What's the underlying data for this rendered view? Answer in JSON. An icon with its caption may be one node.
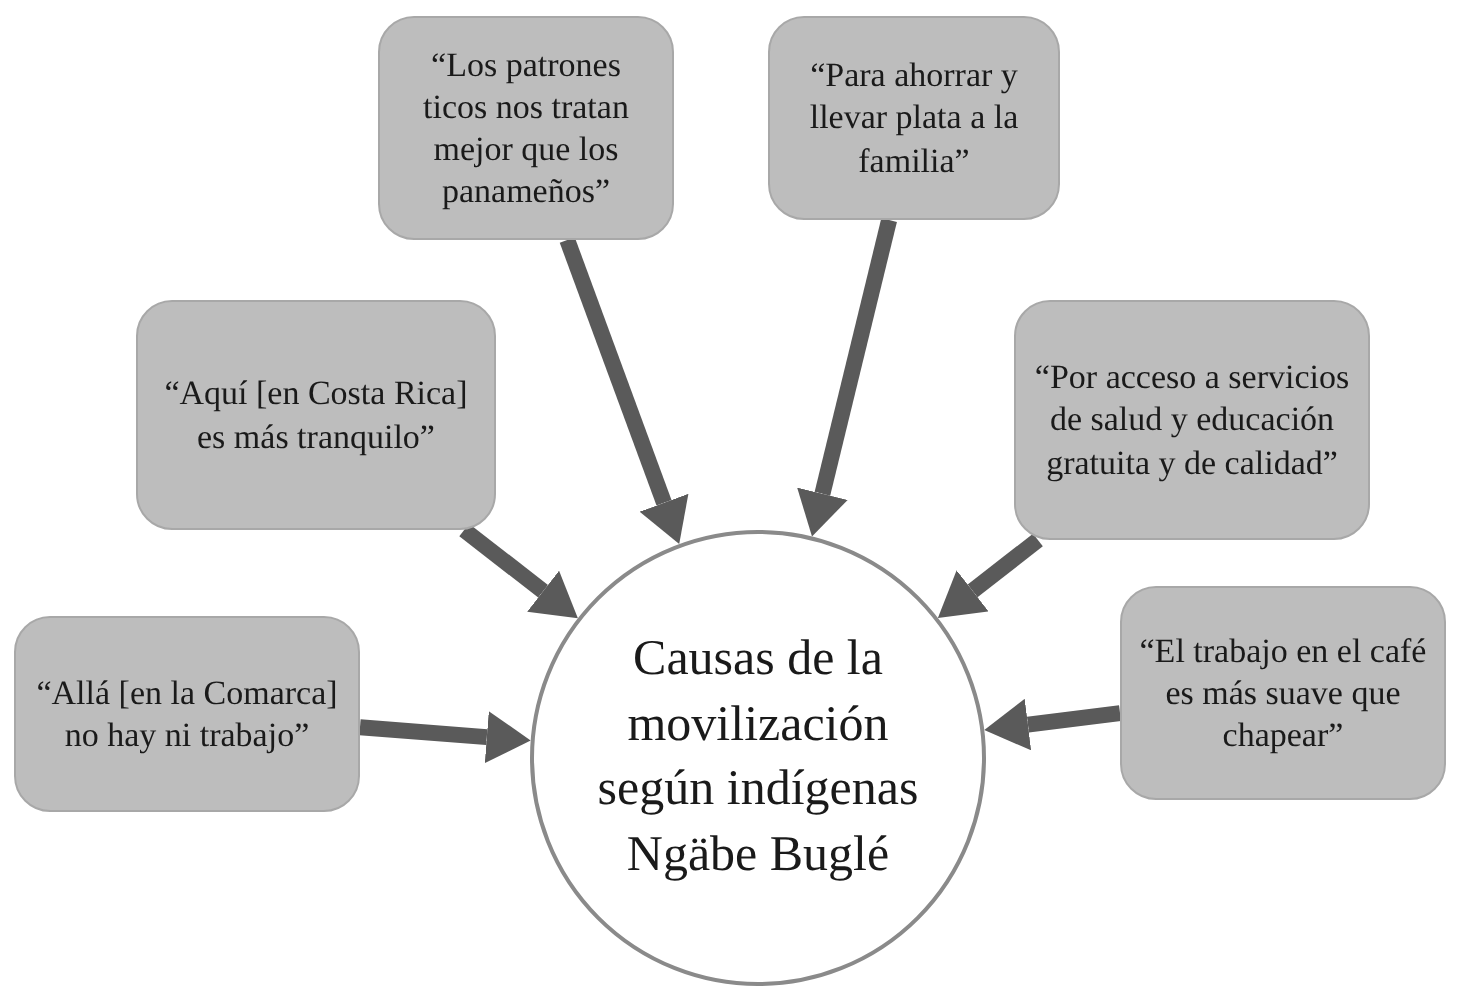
{
  "diagram": {
    "nodes": [
      {
        "text": [
          "“Los patrones ticos nos tratan mejor que los panameños”"
        ]
      },
      {
        "text": [
          "“Para ahorrar y llevar plata a la familia”"
        ]
      },
      {
        "text": [
          "“Aquí [en Costa Rica] es más tranquilo”"
        ]
      },
      {
        "text": [
          "“Por acceso a servicios de salud y educación gratuita y de calidad”"
        ]
      },
      {
        "text": [
          "Causas de la movilización según indígenas Ngäbe Buglé"
        ]
      },
      {
        "text": [
          "“Allá [en la Comarca] no hay ni trabajo”"
        ]
      },
      {
        "text": [
          "“El trabajo en el café es más suave que chapear”"
        ]
      }
    ],
    "edges": [
      {
        "from": 0,
        "to": 4,
        "arrow": "to"
      },
      {
        "from": 1,
        "to": 4,
        "arrow": "to"
      },
      {
        "from": 2,
        "to": 4,
        "arrow": "to"
      },
      {
        "from": 3,
        "to": 4,
        "arrow": "to"
      },
      {
        "from": 5,
        "to": 4,
        "arrow": "to"
      },
      {
        "from": 6,
        "to": 4,
        "arrow": "to"
      }
    ]
  }
}
